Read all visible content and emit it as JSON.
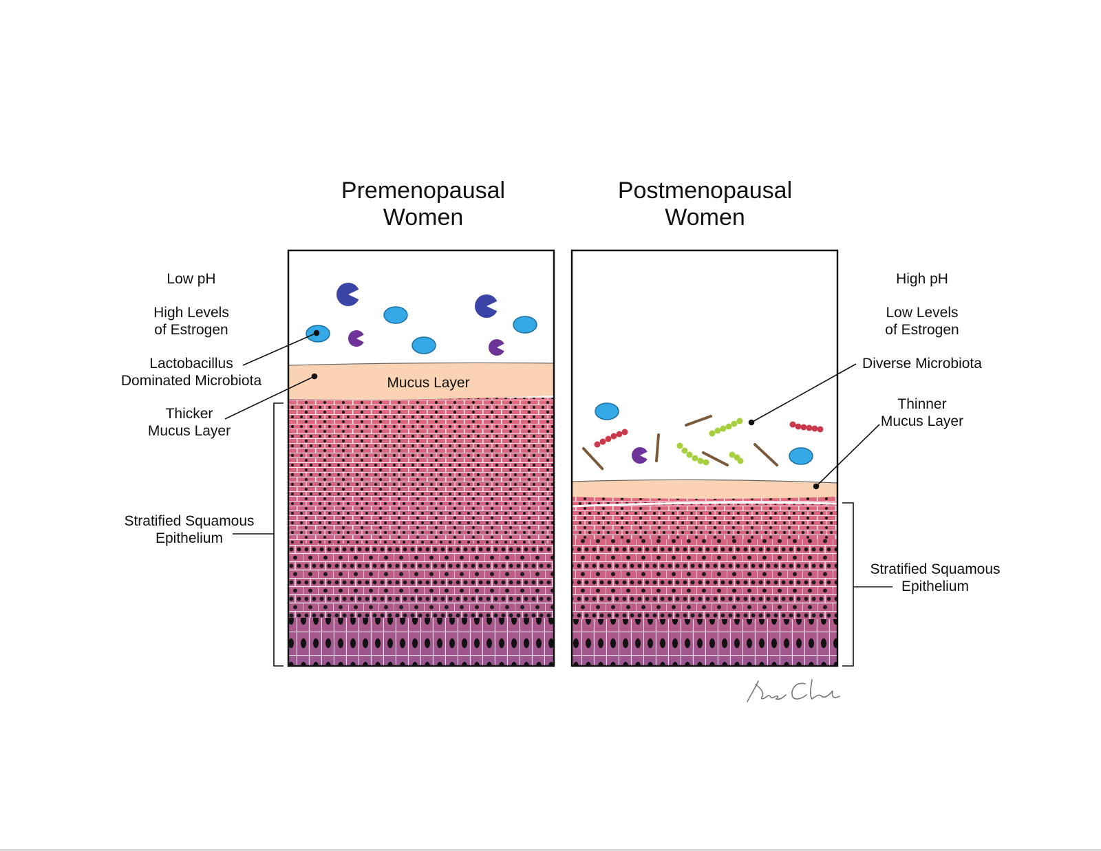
{
  "titles": {
    "left": [
      "Premenopausal",
      "Women"
    ],
    "right": [
      "Postmenopausal",
      "Women"
    ]
  },
  "left_labels": {
    "ph": "Low pH",
    "estrogen": [
      "High Levels",
      "of Estrogen"
    ],
    "microbiota": [
      "Lactobacillus",
      "Dominated Microbiota"
    ],
    "mucus": [
      "Thicker",
      "Mucus Layer"
    ],
    "epithelium": [
      "Stratified Squamous",
      "Epithelium"
    ],
    "mucus_band": "Mucus Layer"
  },
  "right_labels": {
    "ph": "High pH",
    "estrogen": [
      "Low Levels",
      "of Estrogen"
    ],
    "microbiota": "Diverse Microbiota",
    "mucus": [
      "Thinner",
      "Mucus Layer"
    ],
    "epithelium": [
      "Stratified Squamous",
      "Epithelium"
    ]
  },
  "colors": {
    "mucus": "#f9d3b3",
    "epithelium_top": "#e2687c",
    "epithelium_bottom": "#98558e",
    "lactobacillus_blue": "#35a9e6",
    "coccus_dark_blue": "#3a43a6",
    "coccus_purple": "#6e3399",
    "strep_red": "#c9394b",
    "strep_green": "#a6cf3d",
    "rod_brown": "#7b5a3c"
  },
  "signature": "Lisa Clark"
}
